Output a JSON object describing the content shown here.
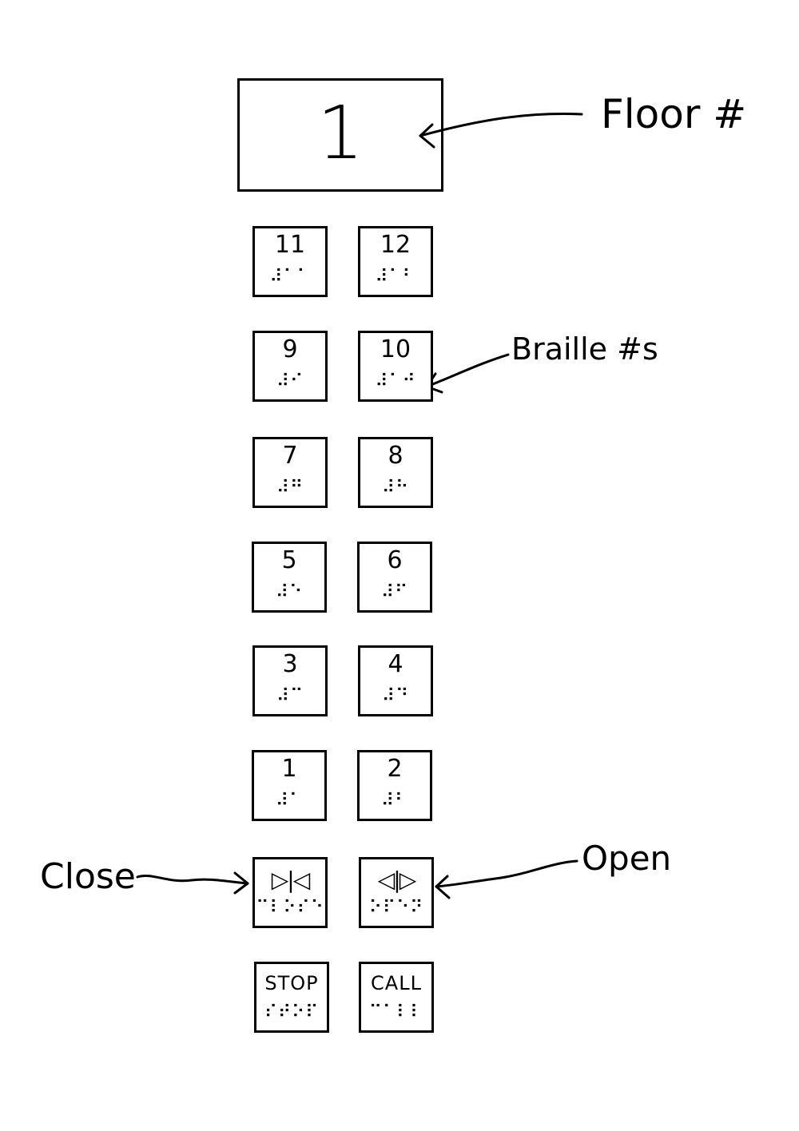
{
  "display": {
    "floor": "1"
  },
  "callouts": {
    "floor": "Floor #",
    "braille": "Braille #s",
    "close": "Close",
    "open": "Open"
  },
  "buttons": {
    "b11": {
      "label": "11",
      "braille": "⠼⠁⠁"
    },
    "b12": {
      "label": "12",
      "braille": "⠼⠁⠃"
    },
    "b9": {
      "label": "9",
      "braille": "⠼⠊"
    },
    "b10": {
      "label": "10",
      "braille": "⠼⠁⠚"
    },
    "b7": {
      "label": "7",
      "braille": "⠼⠛"
    },
    "b8": {
      "label": "8",
      "braille": "⠼⠓"
    },
    "b5": {
      "label": "5",
      "braille": "⠼⠑"
    },
    "b6": {
      "label": "6",
      "braille": "⠼⠋"
    },
    "b3": {
      "label": "3",
      "braille": "⠼⠉"
    },
    "b4": {
      "label": "4",
      "braille": "⠼⠙"
    },
    "b1": {
      "label": "1",
      "braille": "⠼⠁"
    },
    "b2": {
      "label": "2",
      "braille": "⠼⠃"
    },
    "close": {
      "label": "▷|◁",
      "braille": "⠉⠇⠕⠎⠑"
    },
    "open": {
      "label": "◁|▷",
      "braille": "⠕⠏⠑⠝"
    },
    "stop": {
      "label": "STOP",
      "braille": "⠎⠞⠕⠏"
    },
    "call": {
      "label": "CALL",
      "braille": "⠉⠁⠇⠇"
    }
  }
}
